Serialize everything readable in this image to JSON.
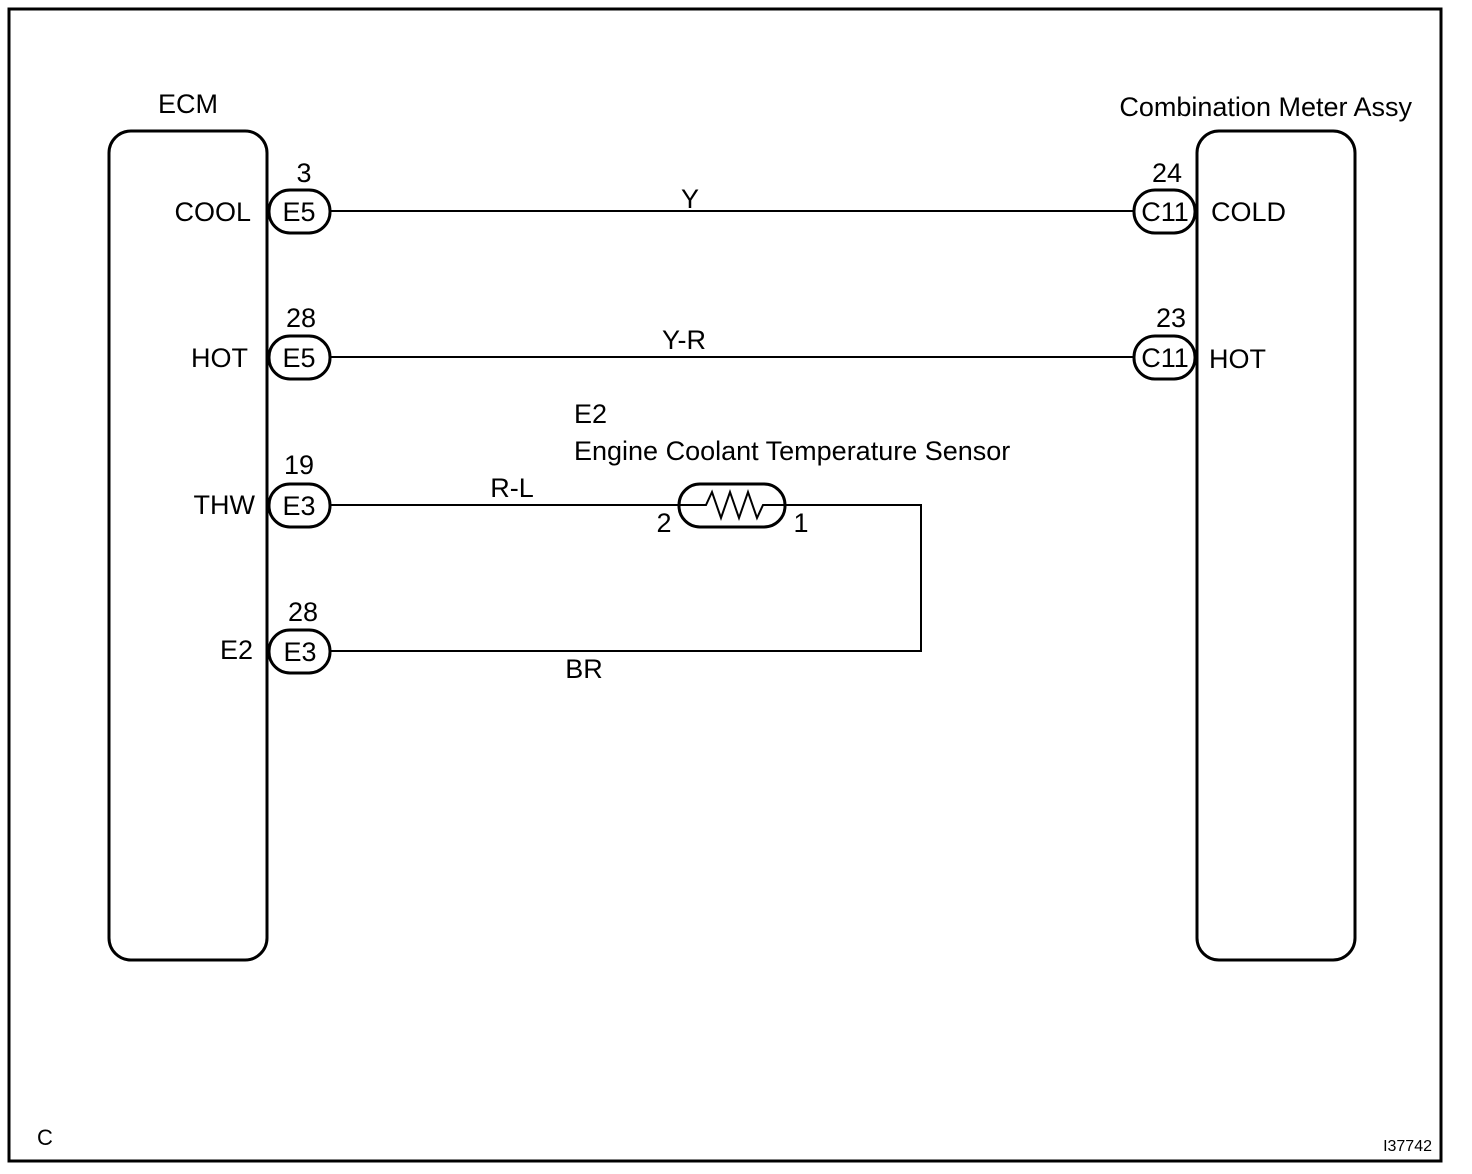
{
  "components": {
    "ecm": {
      "title": "ECM"
    },
    "meter": {
      "title": "Combination Meter Assy"
    },
    "sensor": {
      "code": "E2",
      "name": "Engine Coolant Temperature Sensor",
      "pin_left": "2",
      "pin_right": "1"
    }
  },
  "ecm_pins": [
    {
      "signal": "COOL",
      "connector": "E5",
      "pin": "3"
    },
    {
      "signal": "HOT",
      "connector": "E5",
      "pin": "28"
    },
    {
      "signal": "THW",
      "connector": "E3",
      "pin": "19"
    },
    {
      "signal": "E2",
      "connector": "E3",
      "pin": "28"
    }
  ],
  "meter_pins": [
    {
      "signal": "COLD",
      "connector": "C11",
      "pin": "24"
    },
    {
      "signal": "HOT",
      "connector": "C11",
      "pin": "23"
    }
  ],
  "wires": [
    {
      "color": "Y",
      "from": "ECM COOL",
      "to": "Meter COLD"
    },
    {
      "color": "Y-R",
      "from": "ECM HOT",
      "to": "Meter HOT"
    },
    {
      "color": "R-L",
      "from": "ECM THW",
      "to": "Sensor pin 2"
    },
    {
      "color": "BR",
      "from": "ECM E2",
      "to": "Sensor pin 1"
    }
  ],
  "footer": {
    "corner_letter": "C",
    "figure_id": "I37742"
  }
}
